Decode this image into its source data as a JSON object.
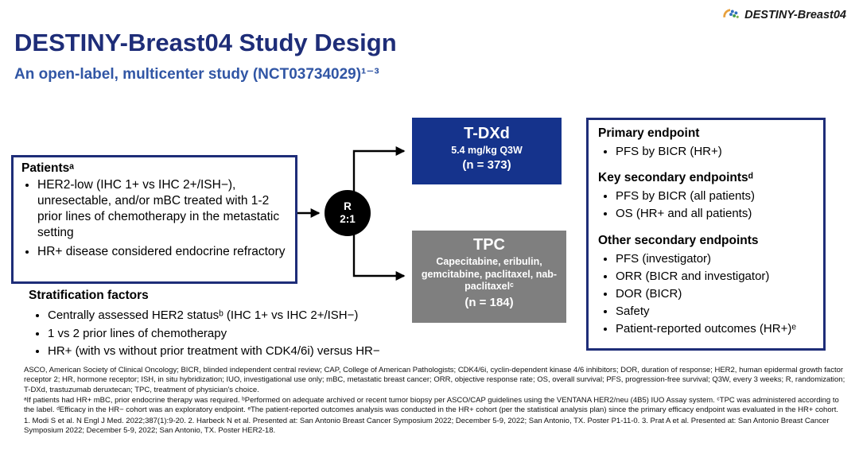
{
  "brand": {
    "logo_label": "DESTINY-Breast04"
  },
  "header": {
    "title": "DESTINY-Breast04 Study Design",
    "subtitle": "An open-label, multicenter study (NCT03734029)¹⁻³"
  },
  "patients": {
    "heading": "Patientsᵃ",
    "bullets": [
      "HER2-low (IHC 1+ vs IHC 2+/ISH−), unresectable, and/or mBC treated with 1-2 prior lines of chemotherapy in the metastatic setting",
      "HR+ disease considered endocrine refractory"
    ]
  },
  "randomization": {
    "line1": "R",
    "line2": "2:1"
  },
  "arms": {
    "tdxd": {
      "name": "T-DXd",
      "dose": "5.4 mg/kg Q3W",
      "n": "(n = 373)"
    },
    "tpc": {
      "name": "TPC",
      "drugs": "Capecitabine, eribulin, gemcitabine, paclitaxel, nab-paclitaxelᶜ",
      "n": "(n = 184)"
    }
  },
  "stratification": {
    "heading": "Stratification factors",
    "bullets": [
      "Centrally assessed HER2 statusᵇ (IHC 1+ vs IHC 2+/ISH−)",
      "1 vs 2 prior lines of chemotherapy",
      "HR+ (with vs without prior treatment with CDK4/6i) versus HR−"
    ]
  },
  "endpoints": {
    "primary": {
      "heading": "Primary endpoint",
      "items": [
        "PFS by BICR (HR+)"
      ]
    },
    "key_secondary": {
      "heading": "Key secondary endpointsᵈ",
      "items": [
        "PFS by BICR (all patients)",
        "OS (HR+ and all patients)"
      ]
    },
    "other_secondary": {
      "heading": "Other secondary endpoints",
      "items": [
        "PFS (investigator)",
        "ORR (BICR and investigator)",
        "DOR (BICR)",
        "Safety",
        "Patient-reported outcomes (HR+)ᵉ"
      ]
    }
  },
  "footer": {
    "abbreviations": "ASCO, American Society of Clinical Oncology; BICR, blinded independent central review; CAP, College of American Pathologists; CDK4/6i, cyclin-dependent kinase 4/6 inhibitors; DOR, duration of response; HER2, human epidermal growth factor receptor 2; HR, hormone receptor; ISH, in situ hybridization; IUO, investigational use only; mBC, metastatic breast cancer; ORR, objective response rate; OS, overall survival; PFS, progression-free survival; Q3W, every 3 weeks; R, randomization; T-DXd, trastuzumab deruxtecan; TPC, treatment of physician's choice.",
    "footnotes": "ᵃIf patients had HR+ mBC, prior endocrine therapy was required. ᵇPerformed on adequate archived or recent tumor biopsy per ASCO/CAP guidelines using the VENTANA HER2/neu (4B5) IUO Assay system. ᶜTPC was administered according to the label. ᵈEfficacy in the HR− cohort was an exploratory endpoint. ᵉThe patient-reported outcomes analysis was conducted in the HR+ cohort (per the statistical analysis plan) since the primary efficacy endpoint was evaluated in the HR+ cohort.",
    "references": "1. Modi S et al. N Engl J Med. 2022;387(1):9-20. 2. Harbeck N et al. Presented at: San Antonio Breast Cancer Symposium 2022; December 5-9, 2022; San Antonio, TX. Poster P1-11-0. 3. Prat A et al. Presented at: San Antonio Breast Cancer Symposium 2022; December 5-9, 2022; San Antonio, TX. Poster HER2-18."
  },
  "colors": {
    "navy": "#1e2d78",
    "subtitle_blue": "#3156a5",
    "tdxd_fill": "#15338c",
    "tpc_fill": "#7f7f7f"
  }
}
